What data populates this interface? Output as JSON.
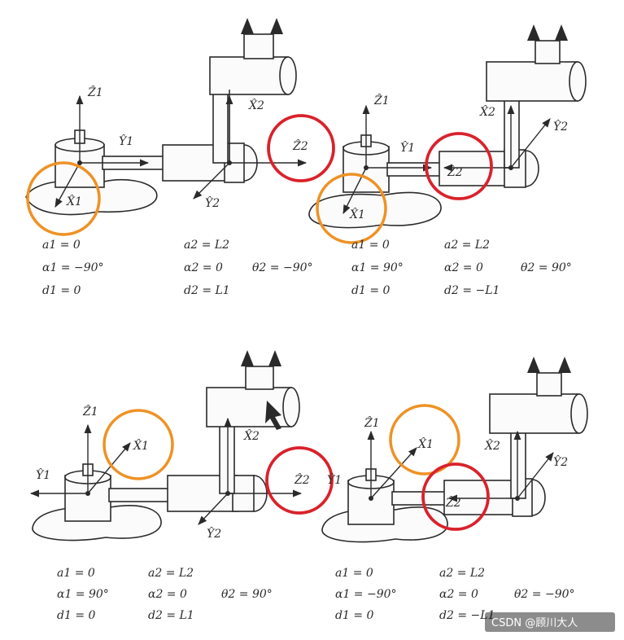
{
  "colors": {
    "orange_circle": "#ee9225",
    "red_circle": "#d9222b",
    "ink": "#2a2a2a"
  },
  "panels": [
    {
      "axes": {
        "z1": "Ẑ1",
        "y1": "Ŷ1",
        "x1": "X̂1",
        "x2": "X̂2",
        "y2": "Ŷ2",
        "z2": "Ẑ2"
      },
      "params": [
        "a1 = 0",
        "α1 = −90°",
        "d1 = 0",
        "a2 = L2",
        "α2 = 0",
        "d2 = L1",
        "θ2 = −90°"
      ]
    },
    {
      "axes": {
        "z1": "Ẑ1",
        "y1": "Ŷ1",
        "x1": "X̂1",
        "x2": "X̂2",
        "y2": "Ŷ2",
        "z2": "Ẑ2"
      },
      "params": [
        "a1 = 0",
        "α1 = 90°",
        "d1 = 0",
        "a2 = L2",
        "α2 = 0",
        "d2 = −L1",
        "θ2 = 90°"
      ]
    },
    {
      "axes": {
        "z1": "Ẑ1",
        "y1": "Ŷ1",
        "x1": "X̂1",
        "x2": "X̂2",
        "y2": "Ŷ2",
        "z2": "Ẑ2"
      },
      "params": [
        "a1 = 0",
        "α1 = 90°",
        "d1 = 0",
        "a2 = L2",
        "α2 = 0",
        "d2 = L1",
        "θ2 = 90°"
      ]
    },
    {
      "axes": {
        "z1": "Ẑ1",
        "y1": "Ŷ1",
        "x1": "X̂1",
        "x2": "X̂2",
        "y2": "Ŷ2",
        "z2": "Ẑ2"
      },
      "params": [
        "a1 = 0",
        "α1 = −90°",
        "d1 = 0",
        "a2 = L2",
        "α2 = 0",
        "d2 = −L1",
        "θ2 = −90°"
      ]
    }
  ],
  "watermark": "CSDN @顾川大人"
}
